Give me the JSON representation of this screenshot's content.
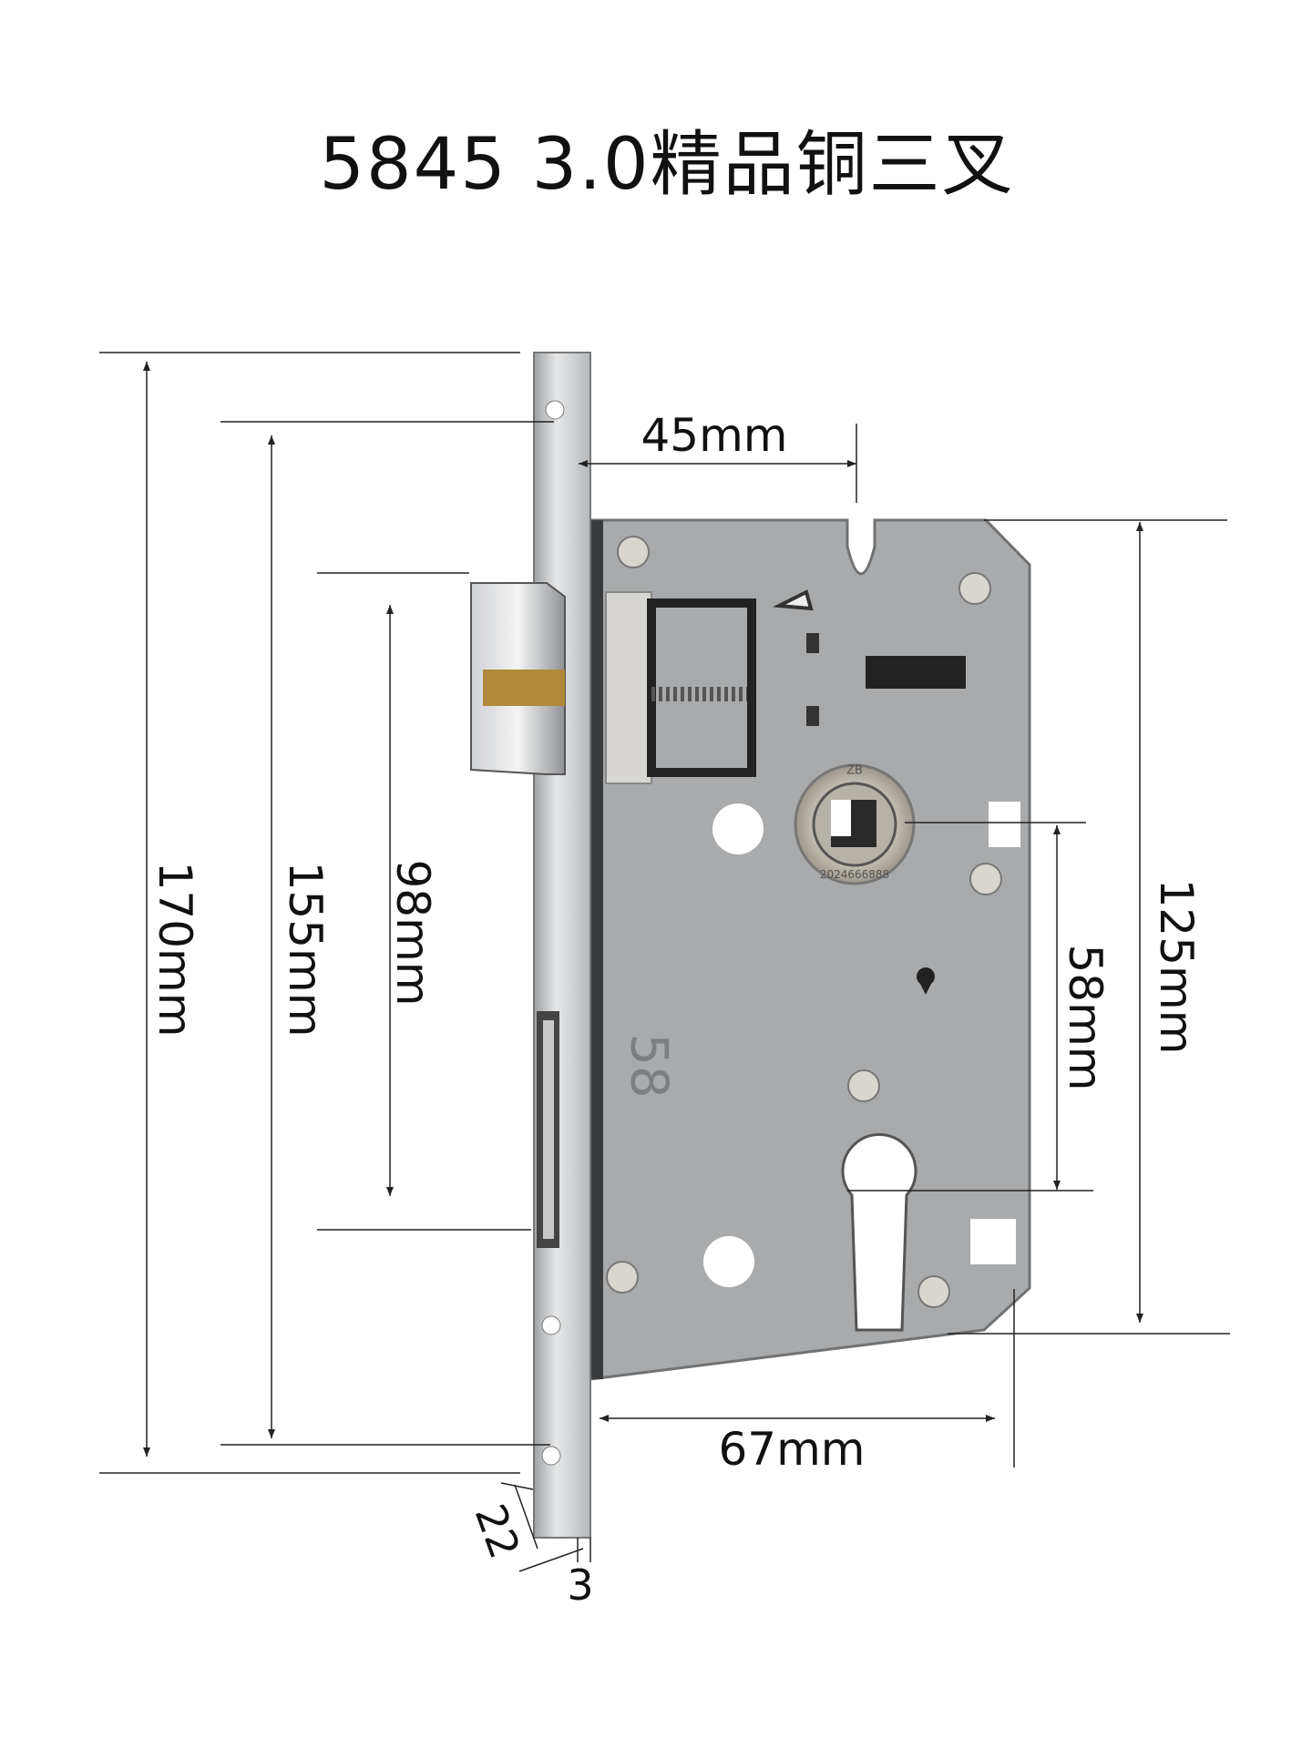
{
  "title": "5845 3.0精品铜三叉",
  "dimensions": {
    "total_height": "170mm",
    "screw_spacing": "155mm",
    "latch_to_cylinder": "98mm",
    "backset": "45mm",
    "case_height": "125mm",
    "handle_to_cylinder": "58mm",
    "case_width": "67mm",
    "faceplate_width": "22",
    "faceplate_thickness": "3"
  },
  "product_markings": {
    "case_number": "58",
    "hub_top": "ZB",
    "hub_bottom": "2024666888"
  },
  "colors": {
    "case": "#a7a9ab",
    "faceplate": "#c9cbcd",
    "brass": "#b08a3a",
    "line": "#222222"
  }
}
